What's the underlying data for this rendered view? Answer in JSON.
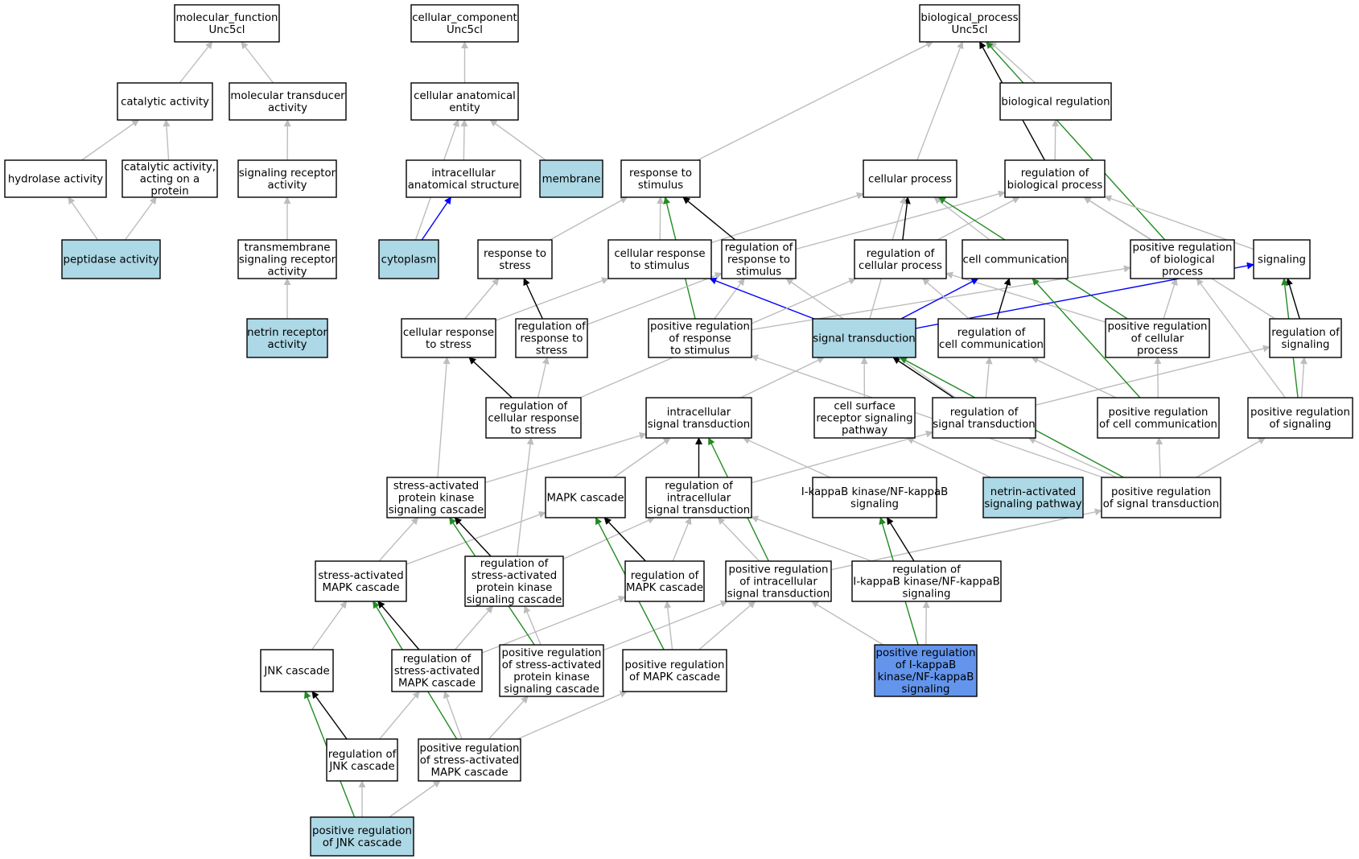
{
  "colors": {
    "default": "#ffffff",
    "annotated": "#add8e6",
    "query": "#6495ed",
    "is_a": "#bdbdbd",
    "part_of": "#0000ff",
    "regulates": "#000000",
    "positively_regulates": "#228b22"
  },
  "nodes": [
    {
      "id": "mf",
      "lines": [
        "molecular_function",
        "Unc5cl"
      ],
      "fill": "default"
    },
    {
      "id": "cc",
      "lines": [
        "cellular_component",
        "Unc5cl"
      ],
      "fill": "default"
    },
    {
      "id": "bp",
      "lines": [
        "biological_process",
        "Unc5cl"
      ],
      "fill": "default"
    },
    {
      "id": "cat",
      "lines": [
        "catalytic activity"
      ],
      "fill": "default"
    },
    {
      "id": "moltrans",
      "lines": [
        "molecular transducer",
        "activity"
      ],
      "fill": "default"
    },
    {
      "id": "cae",
      "lines": [
        "cellular anatomical",
        "entity"
      ],
      "fill": "default"
    },
    {
      "id": "bioreg",
      "lines": [
        "biological regulation"
      ],
      "fill": "default"
    },
    {
      "id": "hydro",
      "lines": [
        "hydrolase activity"
      ],
      "fill": "default"
    },
    {
      "id": "catprot",
      "lines": [
        "catalytic activity,",
        "acting on a",
        "protein"
      ],
      "fill": "default"
    },
    {
      "id": "sigrec",
      "lines": [
        "signaling receptor",
        "activity"
      ],
      "fill": "default"
    },
    {
      "id": "ias",
      "lines": [
        "intracellular",
        "anatomical structure"
      ],
      "fill": "default"
    },
    {
      "id": "membrane",
      "lines": [
        "membrane"
      ],
      "fill": "annotated"
    },
    {
      "id": "respstim",
      "lines": [
        "response to",
        "stimulus"
      ],
      "fill": "default"
    },
    {
      "id": "cellproc",
      "lines": [
        "cellular process"
      ],
      "fill": "default"
    },
    {
      "id": "regbio",
      "lines": [
        "regulation of",
        "biological process"
      ],
      "fill": "default"
    },
    {
      "id": "peptidase",
      "lines": [
        "peptidase activity"
      ],
      "fill": "annotated"
    },
    {
      "id": "tmsig",
      "lines": [
        "transmembrane",
        "signaling receptor",
        "activity"
      ],
      "fill": "default"
    },
    {
      "id": "cytoplasm",
      "lines": [
        "cytoplasm"
      ],
      "fill": "annotated"
    },
    {
      "id": "respstress",
      "lines": [
        "response to",
        "stress"
      ],
      "fill": "default"
    },
    {
      "id": "cellrespstim",
      "lines": [
        "cellular response",
        "to stimulus"
      ],
      "fill": "default"
    },
    {
      "id": "regrespstim",
      "lines": [
        "regulation of",
        "response to",
        "stimulus"
      ],
      "fill": "default"
    },
    {
      "id": "regcellproc",
      "lines": [
        "regulation of",
        "cellular process"
      ],
      "fill": "default"
    },
    {
      "id": "cellcomm",
      "lines": [
        "cell communication"
      ],
      "fill": "default"
    },
    {
      "id": "posregbio",
      "lines": [
        "positive regulation",
        "of biological",
        "process"
      ],
      "fill": "default"
    },
    {
      "id": "signaling",
      "lines": [
        "signaling"
      ],
      "fill": "default"
    },
    {
      "id": "netrin",
      "lines": [
        "netrin receptor",
        "activity"
      ],
      "fill": "annotated"
    },
    {
      "id": "cellrespstress",
      "lines": [
        "cellular response",
        "to stress"
      ],
      "fill": "default"
    },
    {
      "id": "regrespstress",
      "lines": [
        "regulation of",
        "response to",
        "stress"
      ],
      "fill": "default"
    },
    {
      "id": "posregrespstim",
      "lines": [
        "positive regulation",
        "of response",
        "to stimulus"
      ],
      "fill": "default"
    },
    {
      "id": "sigtrans",
      "lines": [
        "signal transduction"
      ],
      "fill": "annotated"
    },
    {
      "id": "regcellcomm",
      "lines": [
        "regulation of",
        "cell communication"
      ],
      "fill": "default"
    },
    {
      "id": "posregcellproc",
      "lines": [
        "positive regulation",
        "of cellular",
        "process"
      ],
      "fill": "default"
    },
    {
      "id": "regsignaling",
      "lines": [
        "regulation of",
        "signaling"
      ],
      "fill": "default"
    },
    {
      "id": "regcellrespstress",
      "lines": [
        "regulation of",
        "cellular response",
        "to stress"
      ],
      "fill": "default"
    },
    {
      "id": "intrasig",
      "lines": [
        "intracellular",
        "signal transduction"
      ],
      "fill": "default"
    },
    {
      "id": "csrsp",
      "lines": [
        "cell surface",
        "receptor signaling",
        "pathway"
      ],
      "fill": "default"
    },
    {
      "id": "regsigtrans",
      "lines": [
        "regulation of",
        "signal transduction"
      ],
      "fill": "default"
    },
    {
      "id": "posregcellcomm",
      "lines": [
        "positive regulation",
        "of cell communication"
      ],
      "fill": "default"
    },
    {
      "id": "posregsignaling",
      "lines": [
        "positive regulation",
        "of signaling"
      ],
      "fill": "default"
    },
    {
      "id": "sapk",
      "lines": [
        "stress-activated",
        "protein kinase",
        "signaling cascade"
      ],
      "fill": "default"
    },
    {
      "id": "mapk",
      "lines": [
        "MAPK cascade"
      ],
      "fill": "default"
    },
    {
      "id": "regintrasig",
      "lines": [
        "regulation of",
        "intracellular",
        "signal transduction"
      ],
      "fill": "default"
    },
    {
      "id": "ikk",
      "lines": [
        "I-kappaB kinase/NF-kappaB",
        "signaling"
      ],
      "fill": "default"
    },
    {
      "id": "netrinpath",
      "lines": [
        "netrin-activated",
        "signaling pathway"
      ],
      "fill": "annotated"
    },
    {
      "id": "posregsigtrans",
      "lines": [
        "positive regulation",
        "of signal transduction"
      ],
      "fill": "default"
    },
    {
      "id": "samapk",
      "lines": [
        "stress-activated",
        "MAPK cascade"
      ],
      "fill": "default"
    },
    {
      "id": "regsapk",
      "lines": [
        "regulation of",
        "stress-activated",
        "protein kinase",
        "signaling cascade"
      ],
      "fill": "default"
    },
    {
      "id": "regmapk",
      "lines": [
        "regulation of",
        "MAPK cascade"
      ],
      "fill": "default"
    },
    {
      "id": "posregintrasig",
      "lines": [
        "positive regulation",
        "of intracellular",
        "signal transduction"
      ],
      "fill": "default"
    },
    {
      "id": "regikk",
      "lines": [
        "regulation of",
        "I-kappaB kinase/NF-kappaB",
        "signaling"
      ],
      "fill": "default"
    },
    {
      "id": "jnk",
      "lines": [
        "JNK cascade"
      ],
      "fill": "default"
    },
    {
      "id": "regsamapk",
      "lines": [
        "regulation of",
        "stress-activated",
        "MAPK cascade"
      ],
      "fill": "default"
    },
    {
      "id": "posregsapk",
      "lines": [
        "positive regulation",
        "of stress-activated",
        "protein kinase",
        "signaling cascade"
      ],
      "fill": "default"
    },
    {
      "id": "posregmapk",
      "lines": [
        "positive regulation",
        "of MAPK cascade"
      ],
      "fill": "default"
    },
    {
      "id": "posregikk",
      "lines": [
        "positive regulation",
        "of I-kappaB",
        "kinase/NF-kappaB",
        "signaling"
      ],
      "fill": "query"
    },
    {
      "id": "regjnk",
      "lines": [
        "regulation of",
        "JNK cascade"
      ],
      "fill": "default"
    },
    {
      "id": "posregsamapk",
      "lines": [
        "positive regulation",
        "of stress-activated",
        "MAPK cascade"
      ],
      "fill": "default"
    },
    {
      "id": "posregjnk",
      "lines": [
        "positive regulation",
        "of JNK cascade"
      ],
      "fill": "annotated"
    }
  ],
  "edges": [
    [
      "cat",
      "mf",
      "is_a"
    ],
    [
      "moltrans",
      "mf",
      "is_a"
    ],
    [
      "hydro",
      "cat",
      "is_a"
    ],
    [
      "catprot",
      "cat",
      "is_a"
    ],
    [
      "peptidase",
      "hydro",
      "is_a"
    ],
    [
      "peptidase",
      "catprot",
      "is_a"
    ],
    [
      "sigrec",
      "moltrans",
      "is_a"
    ],
    [
      "tmsig",
      "sigrec",
      "is_a"
    ],
    [
      "netrin",
      "tmsig",
      "is_a"
    ],
    [
      "cae",
      "cc",
      "is_a"
    ],
    [
      "ias",
      "cae",
      "is_a"
    ],
    [
      "membrane",
      "cae",
      "is_a"
    ],
    [
      "cytoplasm",
      "cae",
      "is_a"
    ],
    [
      "cytoplasm",
      "ias",
      "part_of"
    ],
    [
      "bioreg",
      "bp",
      "is_a"
    ],
    [
      "respstim",
      "bp",
      "is_a"
    ],
    [
      "cellproc",
      "bp",
      "is_a"
    ],
    [
      "regbio",
      "bp",
      "regulates"
    ],
    [
      "regbio",
      "bioreg",
      "is_a"
    ],
    [
      "posregbio",
      "bp",
      "positively_regulates"
    ],
    [
      "posregbio",
      "regbio",
      "is_a"
    ],
    [
      "respstress",
      "respstim",
      "is_a"
    ],
    [
      "cellrespstim",
      "respstim",
      "is_a"
    ],
    [
      "cellrespstim",
      "cellproc",
      "is_a"
    ],
    [
      "regrespstim",
      "respstim",
      "regulates"
    ],
    [
      "regrespstim",
      "regbio",
      "is_a"
    ],
    [
      "posregrespstim",
      "respstim",
      "positively_regulates"
    ],
    [
      "posregrespstim",
      "regrespstim",
      "is_a"
    ],
    [
      "posregrespstim",
      "posregbio",
      "is_a"
    ],
    [
      "regcellproc",
      "cellproc",
      "regulates"
    ],
    [
      "regcellproc",
      "regbio",
      "is_a"
    ],
    [
      "cellcomm",
      "cellproc",
      "is_a"
    ],
    [
      "signaling",
      "regbio",
      "is_a"
    ],
    [
      "posregcellproc",
      "cellproc",
      "positively_regulates"
    ],
    [
      "posregcellproc",
      "regcellproc",
      "is_a"
    ],
    [
      "posregcellproc",
      "posregbio",
      "is_a"
    ],
    [
      "cellrespstress",
      "respstress",
      "is_a"
    ],
    [
      "cellrespstress",
      "cellrespstim",
      "is_a"
    ],
    [
      "regrespstress",
      "respstress",
      "regulates"
    ],
    [
      "regrespstress",
      "regrespstim",
      "is_a"
    ],
    [
      "sigtrans",
      "cellrespstim",
      "part_of"
    ],
    [
      "sigtrans",
      "cellcomm",
      "part_of"
    ],
    [
      "sigtrans",
      "signaling",
      "part_of"
    ],
    [
      "sigtrans",
      "cellproc",
      "is_a"
    ],
    [
      "regcellcomm",
      "cellcomm",
      "regulates"
    ],
    [
      "regcellcomm",
      "regcellproc",
      "is_a"
    ],
    [
      "regsignaling",
      "signaling",
      "regulates"
    ],
    [
      "regsignaling",
      "regbio",
      "is_a"
    ],
    [
      "regcellrespstress",
      "cellrespstress",
      "regulates"
    ],
    [
      "regcellrespstress",
      "regrespstress",
      "is_a"
    ],
    [
      "regcellrespstress",
      "regcellproc",
      "is_a"
    ],
    [
      "intrasig",
      "sigtrans",
      "is_a"
    ],
    [
      "csrsp",
      "sigtrans",
      "is_a"
    ],
    [
      "regsigtrans",
      "sigtrans",
      "regulates"
    ],
    [
      "regsigtrans",
      "regcellcomm",
      "is_a"
    ],
    [
      "regsigtrans",
      "regsignaling",
      "is_a"
    ],
    [
      "regsigtrans",
      "regrespstim",
      "is_a"
    ],
    [
      "posregcellcomm",
      "cellcomm",
      "positively_regulates"
    ],
    [
      "posregcellcomm",
      "regcellcomm",
      "is_a"
    ],
    [
      "posregcellcomm",
      "posregcellproc",
      "is_a"
    ],
    [
      "posregsignaling",
      "signaling",
      "positively_regulates"
    ],
    [
      "posregsignaling",
      "regsignaling",
      "is_a"
    ],
    [
      "posregsignaling",
      "posregbio",
      "is_a"
    ],
    [
      "sapk",
      "intrasig",
      "is_a"
    ],
    [
      "sapk",
      "cellrespstress",
      "is_a"
    ],
    [
      "mapk",
      "intrasig",
      "is_a"
    ],
    [
      "regintrasig",
      "intrasig",
      "regulates"
    ],
    [
      "regintrasig",
      "regsigtrans",
      "is_a"
    ],
    [
      "ikk",
      "intrasig",
      "is_a"
    ],
    [
      "netrinpath",
      "csrsp",
      "is_a"
    ],
    [
      "posregsigtrans",
      "sigtrans",
      "positively_regulates"
    ],
    [
      "posregsigtrans",
      "regsigtrans",
      "is_a"
    ],
    [
      "posregsigtrans",
      "posregcellcomm",
      "is_a"
    ],
    [
      "posregsigtrans",
      "posregsignaling",
      "is_a"
    ],
    [
      "posregsigtrans",
      "posregrespstim",
      "is_a"
    ],
    [
      "samapk",
      "sapk",
      "is_a"
    ],
    [
      "samapk",
      "mapk",
      "is_a"
    ],
    [
      "regsapk",
      "sapk",
      "regulates"
    ],
    [
      "regsapk",
      "regintrasig",
      "is_a"
    ],
    [
      "regsapk",
      "regcellrespstress",
      "is_a"
    ],
    [
      "regmapk",
      "mapk",
      "regulates"
    ],
    [
      "regmapk",
      "regintrasig",
      "is_a"
    ],
    [
      "posregintrasig",
      "intrasig",
      "positively_regulates"
    ],
    [
      "posregintrasig",
      "regintrasig",
      "is_a"
    ],
    [
      "posregintrasig",
      "posregsigtrans",
      "is_a"
    ],
    [
      "regikk",
      "ikk",
      "regulates"
    ],
    [
      "regikk",
      "regintrasig",
      "is_a"
    ],
    [
      "jnk",
      "samapk",
      "is_a"
    ],
    [
      "regsamapk",
      "samapk",
      "regulates"
    ],
    [
      "regsamapk",
      "regsapk",
      "is_a"
    ],
    [
      "regsamapk",
      "regmapk",
      "is_a"
    ],
    [
      "posregsapk",
      "sapk",
      "positively_regulates"
    ],
    [
      "posregsapk",
      "regsapk",
      "is_a"
    ],
    [
      "posregsapk",
      "posregintrasig",
      "is_a"
    ],
    [
      "posregmapk",
      "mapk",
      "positively_regulates"
    ],
    [
      "posregmapk",
      "regmapk",
      "is_a"
    ],
    [
      "posregmapk",
      "posregintrasig",
      "is_a"
    ],
    [
      "posregikk",
      "ikk",
      "positively_regulates"
    ],
    [
      "posregikk",
      "regikk",
      "is_a"
    ],
    [
      "posregikk",
      "posregintrasig",
      "is_a"
    ],
    [
      "regjnk",
      "jnk",
      "regulates"
    ],
    [
      "regjnk",
      "regsamapk",
      "is_a"
    ],
    [
      "posregsamapk",
      "samapk",
      "positively_regulates"
    ],
    [
      "posregsamapk",
      "regsamapk",
      "is_a"
    ],
    [
      "posregsamapk",
      "posregsapk",
      "is_a"
    ],
    [
      "posregsamapk",
      "posregmapk",
      "is_a"
    ],
    [
      "posregjnk",
      "jnk",
      "positively_regulates"
    ],
    [
      "posregjnk",
      "regjnk",
      "is_a"
    ],
    [
      "posregjnk",
      "posregsamapk",
      "is_a"
    ]
  ]
}
